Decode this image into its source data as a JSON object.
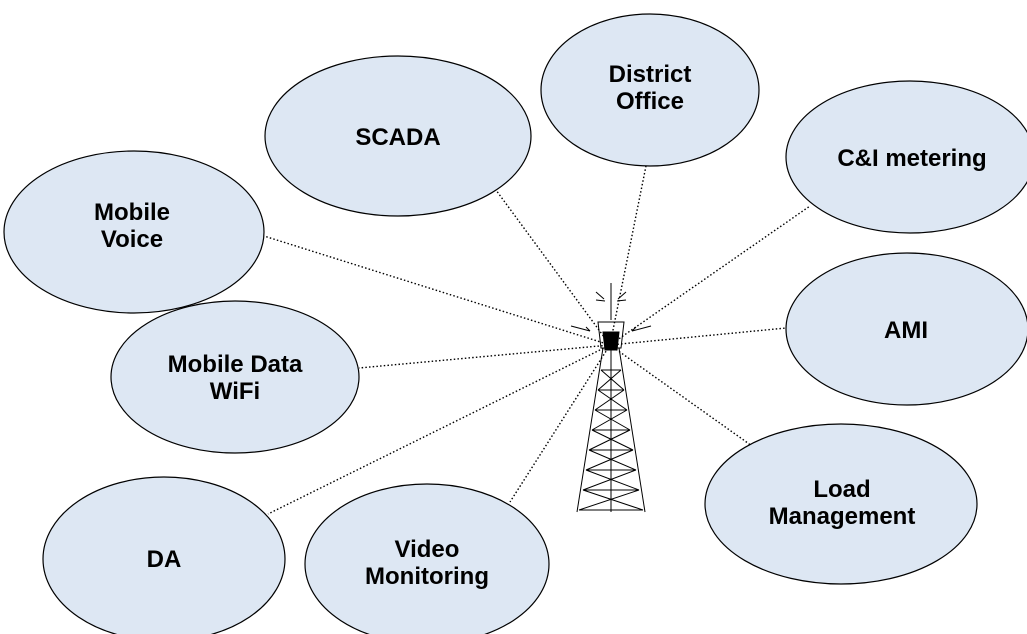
{
  "diagram": {
    "nodes": [
      {
        "id": "scada",
        "lines": [
          "SCADA"
        ]
      },
      {
        "id": "district-office",
        "lines": [
          "District",
          "Office"
        ]
      },
      {
        "id": "ci-metering",
        "lines": [
          "C&I metering"
        ]
      },
      {
        "id": "mobile-voice",
        "lines": [
          "Mobile",
          "Voice"
        ]
      },
      {
        "id": "ami",
        "lines": [
          "AMI"
        ]
      },
      {
        "id": "mobile-data-wifi",
        "lines": [
          "Mobile Data",
          "WiFi"
        ]
      },
      {
        "id": "load-management",
        "lines": [
          "Load",
          "Management"
        ]
      },
      {
        "id": "da",
        "lines": [
          "DA"
        ]
      },
      {
        "id": "video-monitoring",
        "lines": [
          "Video",
          "Monitoring"
        ]
      }
    ],
    "colors": {
      "node_fill": "#dde7f3",
      "stroke": "#000000"
    }
  }
}
